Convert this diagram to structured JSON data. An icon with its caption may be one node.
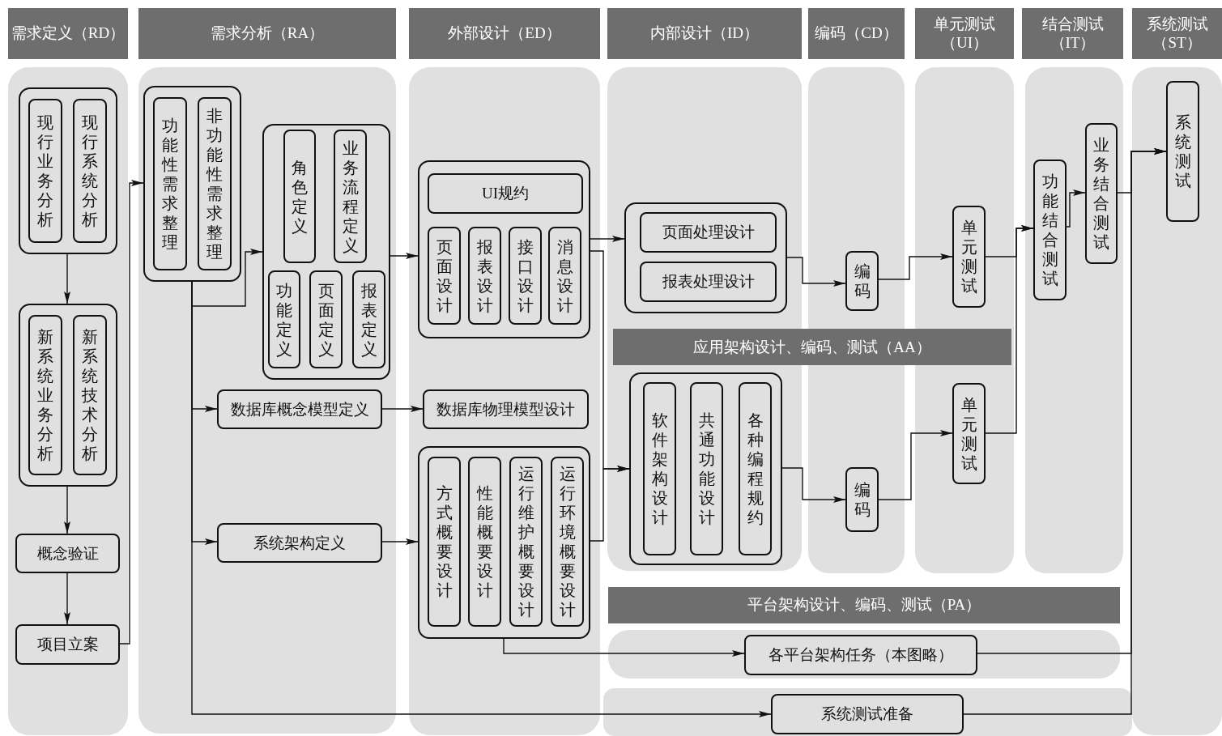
{
  "diagram": {
    "nodes": [
      {
        "text": [
          "需求定义（RD）"
        ]
      },
      {
        "text": [],
        "shape": "box",
        "in": 0
      },
      {
        "text": [
          "现行业务分析"
        ],
        "in": 1
      },
      {
        "text": [
          "现行系统分析"
        ],
        "in": 1
      },
      {
        "text": [],
        "shape": "box",
        "in": 0
      },
      {
        "text": [
          "新系统业务分析"
        ],
        "in": 4
      },
      {
        "text": [
          "新系统技术分析"
        ],
        "in": 4
      },
      {
        "text": [
          "概念验证"
        ],
        "in": 0
      },
      {
        "text": [
          "项目立案"
        ],
        "in": 0
      },
      {
        "text": [
          "需求分析（RA）"
        ]
      },
      {
        "text": [],
        "shape": "box",
        "in": 9
      },
      {
        "text": [
          "功能性需求整理"
        ],
        "in": 10
      },
      {
        "text": [
          "非功能性需求整理"
        ],
        "in": 10
      },
      {
        "text": [],
        "shape": "box",
        "in": 9
      },
      {
        "text": [
          "角色定义"
        ],
        "in": 13
      },
      {
        "text": [
          "业务流程定义"
        ],
        "in": 13
      },
      {
        "text": [
          "功能定义"
        ],
        "in": 13
      },
      {
        "text": [
          "页面定义"
        ],
        "in": 13
      },
      {
        "text": [
          "报表定义"
        ],
        "in": 13
      },
      {
        "text": [
          "数据库概念模型定义"
        ],
        "in": 9
      },
      {
        "text": [
          "系统架构定义"
        ],
        "in": 9
      },
      {
        "text": [
          "外部设计（ED）"
        ]
      },
      {
        "text": [],
        "shape": "box",
        "in": 21
      },
      {
        "text": [
          "UI规约"
        ],
        "in": 22
      },
      {
        "text": [
          "页面设计"
        ],
        "in": 22
      },
      {
        "text": [
          "报表设计"
        ],
        "in": 22
      },
      {
        "text": [
          "接口设计"
        ],
        "in": 22
      },
      {
        "text": [
          "消息设计"
        ],
        "in": 22
      },
      {
        "text": [
          "数据库物理模型设计"
        ],
        "in": 21
      },
      {
        "text": [],
        "shape": "box",
        "in": 21
      },
      {
        "text": [
          "方式概要设计"
        ],
        "in": 29
      },
      {
        "text": [
          "性能概要设计"
        ],
        "in": 29
      },
      {
        "text": [
          "运行维护概要设计"
        ],
        "in": 29
      },
      {
        "text": [
          "运行环境概要设计"
        ],
        "in": 29
      },
      {
        "text": [
          "内部设计（ID）"
        ]
      },
      {
        "text": [],
        "shape": "box",
        "in": 34
      },
      {
        "text": [
          "页面处理设计"
        ],
        "in": 35
      },
      {
        "text": [
          "报表处理设计"
        ],
        "in": 35
      },
      {
        "text": [],
        "shape": "box",
        "in": 34
      },
      {
        "text": [
          "软件架构设计"
        ],
        "in": 38
      },
      {
        "text": [
          "共通功能设计"
        ],
        "in": 38
      },
      {
        "text": [
          "各种编程规约"
        ],
        "in": 38
      },
      {
        "text": [
          "编码（CD）"
        ]
      },
      {
        "text": [
          "编码"
        ],
        "in": 42
      },
      {
        "text": [
          "编码"
        ],
        "in": 42
      },
      {
        "text": [
          "单元测试（UI）"
        ]
      },
      {
        "text": [
          "单元测试"
        ],
        "in": 45
      },
      {
        "text": [
          "单元测试"
        ],
        "in": 45
      },
      {
        "text": [
          "结合测试（IT）"
        ]
      },
      {
        "text": [
          "功能结合测试"
        ],
        "in": 48
      },
      {
        "text": [
          "业务结合测试"
        ],
        "in": 48
      },
      {
        "text": [
          "系统测试（ST）"
        ]
      },
      {
        "text": [
          "系统测试"
        ],
        "in": 51
      },
      {
        "text": [
          "应用架构设计、编码、测试（AA）"
        ]
      },
      {
        "text": [
          "平台架构设计、编码、测试（PA）"
        ]
      },
      {
        "text": [
          "各平台架构任务（本图略）"
        ],
        "in": 54
      },
      {
        "text": [],
        "shape": "box"
      },
      {
        "text": [
          "系统测试准备"
        ],
        "in": 56
      }
    ],
    "edges": [
      {
        "from": 1,
        "to": 4,
        "arrow": "to"
      },
      {
        "from": 4,
        "to": 7,
        "arrow": "to"
      },
      {
        "from": 7,
        "to": 8,
        "arrow": "to"
      },
      {
        "from": 8,
        "to": 10,
        "arrow": "to"
      },
      {
        "from": 10,
        "to": 13,
        "arrow": "to"
      },
      {
        "from": 10,
        "to": 19,
        "arrow": "to"
      },
      {
        "from": 10,
        "to": 20,
        "arrow": "to"
      },
      {
        "from": 10,
        "to": 57,
        "arrow": "to"
      },
      {
        "from": 13,
        "to": 22,
        "arrow": "to"
      },
      {
        "from": 19,
        "to": 28,
        "arrow": "to"
      },
      {
        "from": 20,
        "to": 29,
        "arrow": "to"
      },
      {
        "from": 22,
        "to": 35,
        "arrow": "to"
      },
      {
        "from": 22,
        "to": 38,
        "arrow": "to"
      },
      {
        "from": 29,
        "to": 38,
        "arrow": "to"
      },
      {
        "from": 29,
        "to": 55,
        "arrow": "to"
      },
      {
        "from": 35,
        "to": 43,
        "arrow": "to"
      },
      {
        "from": 38,
        "to": 44,
        "arrow": "to"
      },
      {
        "from": 43,
        "to": 46,
        "arrow": "to"
      },
      {
        "from": 44,
        "to": 47,
        "arrow": "to"
      },
      {
        "from": 46,
        "to": 49,
        "arrow": "to"
      },
      {
        "from": 47,
        "to": 49,
        "arrow": "to"
      },
      {
        "from": 49,
        "to": 50,
        "arrow": "to"
      },
      {
        "from": 50,
        "to": 52,
        "arrow": "to"
      },
      {
        "from": 55,
        "to": 52,
        "arrow": "to"
      },
      {
        "from": 57,
        "to": 52,
        "arrow": "to"
      }
    ]
  }
}
